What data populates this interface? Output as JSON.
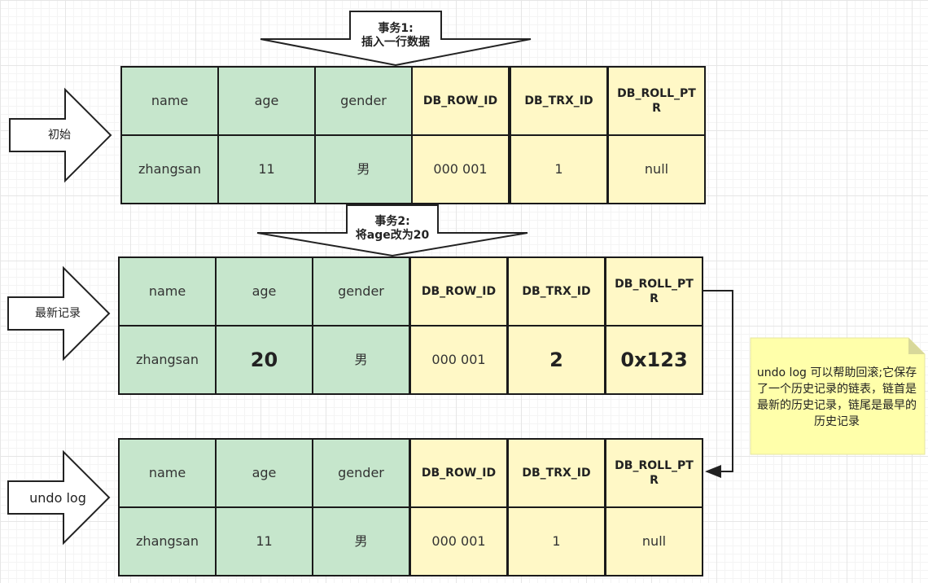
{
  "transactions": {
    "t1": {
      "line1": "事务1:",
      "line2": "插入一行数据"
    },
    "t2": {
      "line1": "事务2:",
      "line2": "将age改为20"
    }
  },
  "side_labels": {
    "initial": "初始",
    "latest": "最新记录",
    "undo": "undo log"
  },
  "tables": {
    "initial": {
      "headers": [
        "name",
        "age",
        "gender",
        "DB_ROW_ID",
        "DB_TRX_ID",
        "DB_ROLL_PTR"
      ],
      "row": [
        "zhangsan",
        "11",
        "男",
        "000 001",
        "1",
        "null"
      ]
    },
    "latest": {
      "headers": [
        "name",
        "age",
        "gender",
        "DB_ROW_ID",
        "DB_TRX_ID",
        "DB_ROLL_PTR"
      ],
      "row": [
        "zhangsan",
        "20",
        "男",
        "000 001",
        "2",
        "0x123"
      ]
    },
    "undo": {
      "headers": [
        "name",
        "age",
        "gender",
        "DB_ROW_ID",
        "DB_TRX_ID",
        "DB_ROLL_PTR"
      ],
      "row": [
        "zhangsan",
        "11",
        "男",
        "000 001",
        "1",
        "null"
      ]
    }
  },
  "note": {
    "text": "undo log 可以帮助回滚;它保存了一个历史记录的链表，链首是最新的历史记录，链尾是最早的历史记录"
  },
  "colors": {
    "green_cell": "#c6e6cc",
    "yellow_cell": "#fff8c6",
    "note": "#ffffaa",
    "border": "#1a1a1a"
  }
}
